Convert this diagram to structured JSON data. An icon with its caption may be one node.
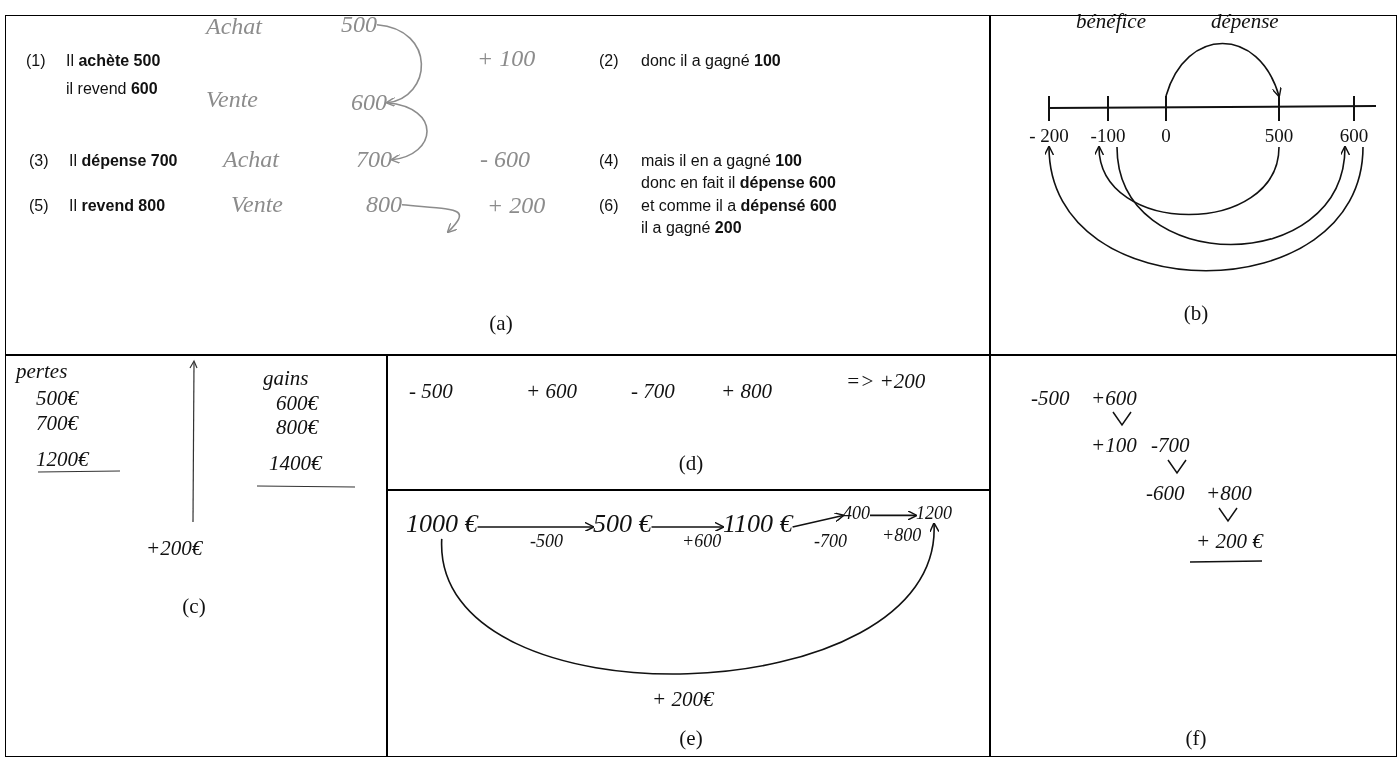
{
  "diagram": {
    "nodes": [
      {
        "text": [
          "(a)"
        ]
      },
      {
        "text": [
          "500"
        ],
        "in": 0
      },
      {
        "text": [
          "600"
        ],
        "in": 0
      },
      {
        "text": [
          "700"
        ],
        "in": 0
      },
      {
        "text": [
          "800"
        ],
        "in": 0
      },
      {
        "text": [
          "(b)"
        ]
      },
      {
        "text": [
          "- 200"
        ],
        "in": 5
      },
      {
        "text": [
          "-100"
        ],
        "in": 5
      },
      {
        "text": [
          "0"
        ],
        "in": 5
      },
      {
        "text": [
          "500"
        ],
        "in": 5
      },
      {
        "text": [
          "600"
        ],
        "in": 5
      },
      {
        "text": [
          "(c)"
        ]
      },
      {
        "text": [
          "(d)"
        ]
      },
      {
        "text": [
          "(e)"
        ]
      },
      {
        "text": [
          "1000 €"
        ],
        "in": 13
      },
      {
        "text": [
          "500 €"
        ],
        "in": 13
      },
      {
        "text": [
          "1100 €"
        ],
        "in": 13
      },
      {
        "text": [
          "400"
        ],
        "in": 13
      },
      {
        "text": [
          "1200"
        ],
        "in": 13
      },
      {
        "text": [
          "(f)"
        ]
      }
    ],
    "edges": [
      {
        "from": 1,
        "to": 2,
        "arrow": "to",
        "label": "+ 100",
        "color": "#8c8c8c"
      },
      {
        "from": 2,
        "to": 3,
        "arrow": "to",
        "label": "- 600",
        "color": "#8c8c8c"
      },
      {
        "from": 4,
        "to": null,
        "arrow": "to",
        "label": "+ 200",
        "color": "#8c8c8c"
      },
      {
        "from": 8,
        "to": 9,
        "arrow": "to"
      },
      {
        "from": 9,
        "to": 7,
        "arrow": "to"
      },
      {
        "from": 7,
        "to": 10,
        "arrow": "to"
      },
      {
        "from": 10,
        "to": 6,
        "arrow": "to"
      },
      {
        "from": 14,
        "to": 15,
        "arrow": "to",
        "label": "-500"
      },
      {
        "from": 15,
        "to": 16,
        "arrow": "to",
        "label": "+600"
      },
      {
        "from": 16,
        "to": 17,
        "arrow": "to",
        "label": "-700"
      },
      {
        "from": 17,
        "to": 18,
        "arrow": "to",
        "label": "+800"
      },
      {
        "from": 14,
        "to": 18,
        "arrow": "to",
        "label": "+ 200€"
      }
    ],
    "labels": [
      "(1)",
      "Il **achète 500**",
      "il revend **600**",
      "Achat",
      "Vente",
      "(2)",
      "donc il a gagné **100**",
      "(3)",
      "Il **dépense 700**",
      "Achat",
      "(4)",
      "mais il en a gagné **100**",
      "donc en fait il **dépense 600**",
      "(5)",
      "Il **revend 800**",
      "Vente",
      "(6)",
      "et comme il a **dépensé 600**",
      "il a gagné **200**",
      "bénéfice",
      "dépense",
      "pertes",
      "500€",
      "700€",
      "1200€",
      "gains",
      "600€",
      "800€",
      "1400€",
      "+200€",
      "- 500",
      "+ 600",
      "- 700",
      "+ 800",
      "=> +200",
      "-500",
      "+600",
      "+100",
      "-700",
      "-600",
      "+800",
      "+ 200 €"
    ]
  }
}
